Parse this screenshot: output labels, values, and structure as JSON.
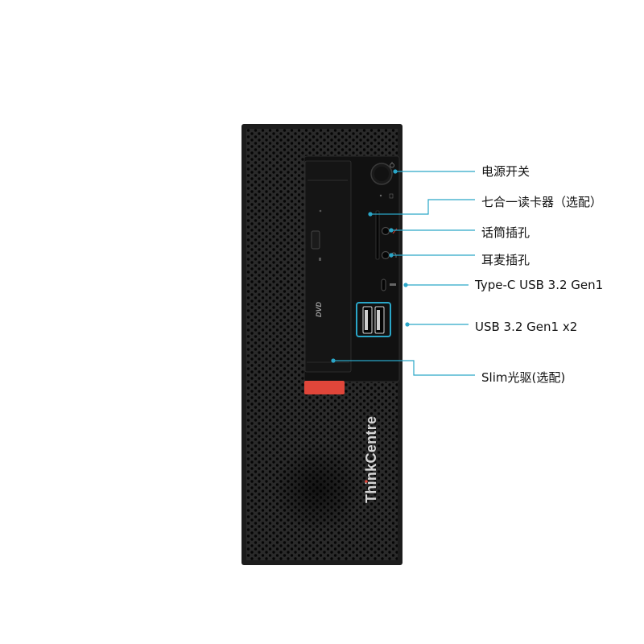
{
  "brand_text": "ThinkCentre",
  "dvd_logo_text": "DVD",
  "callouts": {
    "power": "电源开关",
    "card_reader": "七合一读卡器（选配）",
    "mic": "话筒插孔",
    "headphone": "耳麦插孔",
    "type_c": "Type-C USB 3.2 Gen1",
    "usb": "USB 3.2 Gen1 x2",
    "slim_drive": "Slim光驱(选配)"
  },
  "colors": {
    "case": "#1c1c1c",
    "panel": "#101010",
    "callout_line": "#2aa6c8",
    "accent_red": "#e0463a",
    "usb_highlight": "#2aa6c8"
  }
}
